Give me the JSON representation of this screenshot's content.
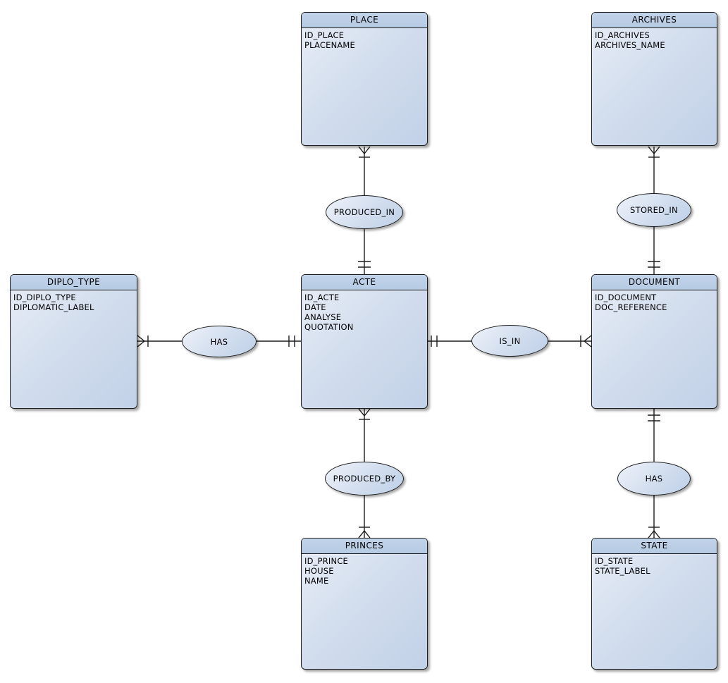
{
  "diagram": {
    "type": "entity-relationship-diagram",
    "colors": {
      "background": "#ffffff",
      "entity_header_fill": "#bccfe7",
      "entity_body_fill_light": "#e9eef7",
      "entity_body_fill_dark": "#c1d1e7",
      "ellipse_fill_light": "#eff3fa",
      "ellipse_fill_dark": "#bed0e8",
      "outline": "#1c1c1c",
      "text": "#000000"
    },
    "entities": [
      {
        "title": "PLACE",
        "attributes": [
          "ID_PLACE",
          "PLACENAME"
        ]
      },
      {
        "title": "ARCHIVES",
        "attributes": [
          "ID_ARCHIVES",
          "ARCHIVES_NAME"
        ]
      },
      {
        "title": "DIPLO_TYPE",
        "attributes": [
          "ID_DIPLO_TYPE",
          "DIPLOMATIC_LABEL"
        ]
      },
      {
        "title": "ACTE",
        "attributes": [
          "ID_ACTE",
          "DATE",
          "ANALYSE",
          "QUOTATION"
        ]
      },
      {
        "title": "DOCUMENT",
        "attributes": [
          "ID_DOCUMENT",
          "DOC_REFERENCE"
        ]
      },
      {
        "title": "PRINCES",
        "attributes": [
          "ID_PRINCE",
          "HOUSE",
          "NAME"
        ]
      },
      {
        "title": "STATE",
        "attributes": [
          "ID_STATE",
          "STATE_LABEL"
        ]
      }
    ],
    "relationships": [
      {
        "label": "PRODUCED_IN",
        "from": "PLACE",
        "to": "ACTE",
        "from_cardinality": "many (crow's foot + bar)",
        "to_cardinality": "exactly one (double bar)"
      },
      {
        "label": "STORED_IN",
        "from": "ARCHIVES",
        "to": "DOCUMENT",
        "from_cardinality": "many (crow's foot + bar)",
        "to_cardinality": "exactly one (double bar)"
      },
      {
        "label": "HAS",
        "from": "DIPLO_TYPE",
        "to": "ACTE",
        "from_cardinality": "many (crow's foot + bar)",
        "to_cardinality": "exactly one (double bar)"
      },
      {
        "label": "IS_IN",
        "from": "ACTE",
        "to": "DOCUMENT",
        "from_cardinality": "exactly one (double bar)",
        "to_cardinality": "many (crow's foot + bar)"
      },
      {
        "label": "PRODUCED_BY",
        "from": "ACTE",
        "to": "PRINCES",
        "from_cardinality": "many (crow's foot + bar)",
        "to_cardinality": "many (crow's foot + bar)"
      },
      {
        "label": "HAS",
        "from": "DOCUMENT",
        "to": "STATE",
        "from_cardinality": "exactly one (double bar)",
        "to_cardinality": "many (crow's foot + bar)"
      }
    ]
  }
}
